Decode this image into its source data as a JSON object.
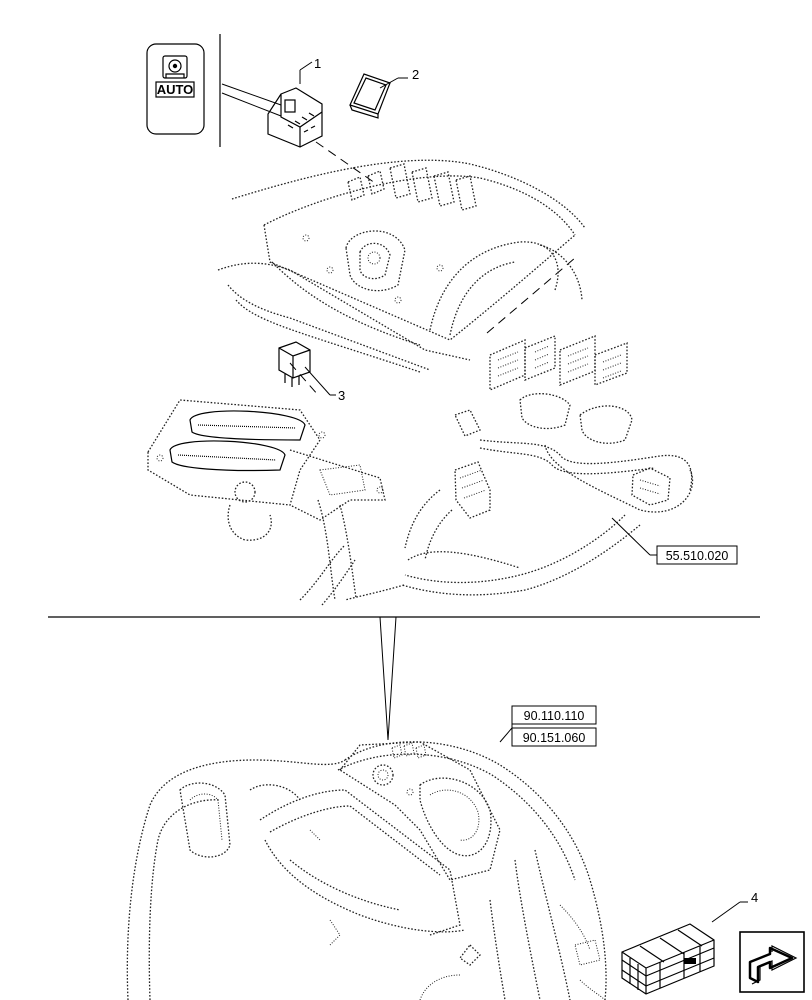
{
  "switch_icon": {
    "label": "AUTO",
    "glyph": "gear-in-frame-icon"
  },
  "callouts": [
    "1",
    "2",
    "3",
    "4"
  ],
  "references": [
    "55.510.020",
    "90.110.110",
    "90.151.060"
  ],
  "nav_icon": "return-arrow-icon"
}
